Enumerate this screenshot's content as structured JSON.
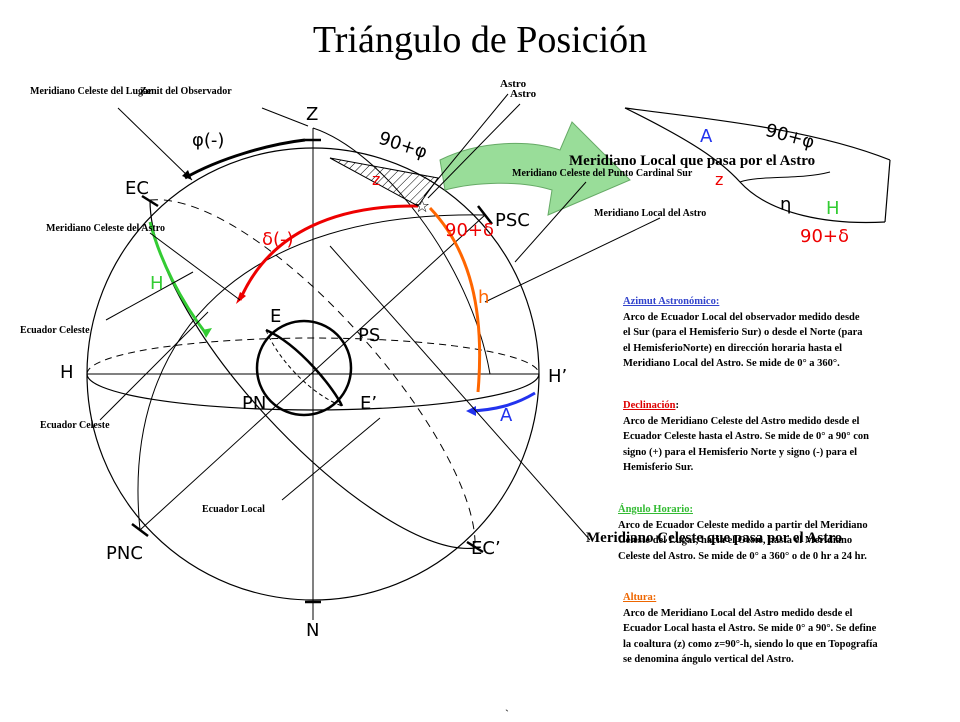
{
  "title": "Triángulo de Posición",
  "colors": {
    "red": "#ee0000",
    "orange": "#ff6600",
    "green": "#33cc33",
    "blue": "#2233ee",
    "arrow_fill": "#99dd99"
  },
  "sphere_labels": {
    "Z": "Z",
    "N": "N",
    "H": "H",
    "H_prime": "H’",
    "PNC": "PNC",
    "PSC": "PSC",
    "EC": "EC",
    "EC_prime": "EC’",
    "PN": "PN",
    "PS": "PS",
    "E": "E",
    "E_prime": "E’",
    "phi": "φ(-)",
    "ninety_phi": "90+φ",
    "z": "z",
    "ninety_delta": "90+δ",
    "delta": "δ(-)",
    "H_green": "H",
    "h": "h",
    "A": "A"
  },
  "triangle_labels": {
    "A": "A",
    "ninety_phi": "90+φ",
    "z": "z",
    "eta": "η",
    "H": "H",
    "ninety_delta": "90+δ"
  },
  "callouts": {
    "meridiano_lugar": "Meridiano Celeste del Lugar",
    "zenit": "Zenit del Observador",
    "astro_1": "Astro",
    "astro_2": "Astro",
    "meridiano_local_big": "Meridiano Local que pasa por el Astro",
    "punto_cardinal_sur": "Meridiano Celeste del Punto Cardinal Sur",
    "meridiano_local_astro": "Meridiano Local del Astro",
    "meridiano_celeste_astro": "Meridiano Celeste del Astro",
    "ecuador_celeste_1": "Ecuador Celeste",
    "ecuador_celeste_2": "Ecuador Celeste",
    "ecuador_local": "Ecuador Local",
    "meridiano_celeste_big": "Meridiano Celeste que pasa por el Astro",
    "bottom_mark": "`"
  },
  "definitions": {
    "azimut": {
      "heading": "Azimut Astronómico:",
      "lines": [
        "Arco de Ecuador Local del observador medido desde",
        "el Sur (para el Hemisferio Sur) o desde el Norte (para",
        "el HemisferioNorte) en dirección horaria hasta el",
        "Meridiano Local del Astro. Se mide de 0° a 360°."
      ]
    },
    "declinacion": {
      "heading": "Declinación",
      "suffix": ":",
      "lines": [
        "Arco de Meridiano Celeste del Astro medido desde el",
        "Ecuador Celeste hasta el Astro. Se mide de 0° a 90° con",
        "signo (+) para el Hemisferio Norte y signo (-) para el",
        "Hemisferio Sur."
      ]
    },
    "angulo": {
      "heading": "Ángulo Horario:",
      "lines": [
        "Arco de Ecuador Celeste medido a partir del Meridiano",
        "Celeste del Lugar, hacia el Oeste, hasta el Meridiano",
        "Celeste del Astro. Se mide de 0° a 360° o de 0 hr a 24 hr."
      ]
    },
    "altura": {
      "heading": "Altura:",
      "lines": [
        "Arco de Meridiano Local del Astro medido desde el",
        "Ecuador Local hasta el Astro. Se mide 0° a 90°. Se define",
        "la coaltura (z) como z=90°-h, siendo lo que en Topografía",
        "se denomina ángulo vertical del Astro."
      ]
    }
  }
}
